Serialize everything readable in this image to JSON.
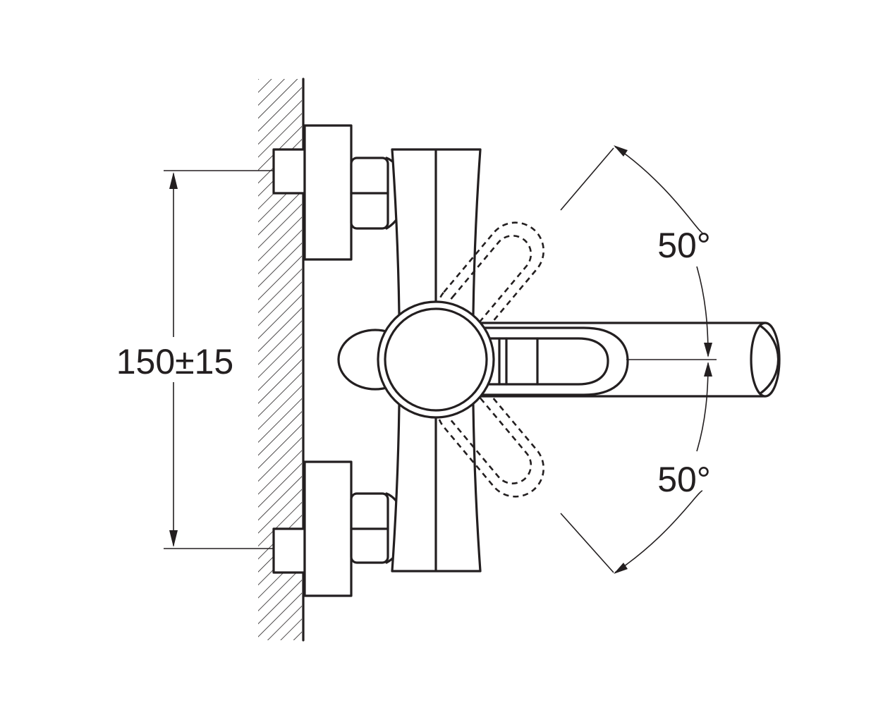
{
  "dimensions": {
    "spacing": "150±15",
    "angle_up": "50°",
    "angle_down": "50°"
  },
  "colors": {
    "ink": "#231f20",
    "paper": "#ffffff"
  }
}
